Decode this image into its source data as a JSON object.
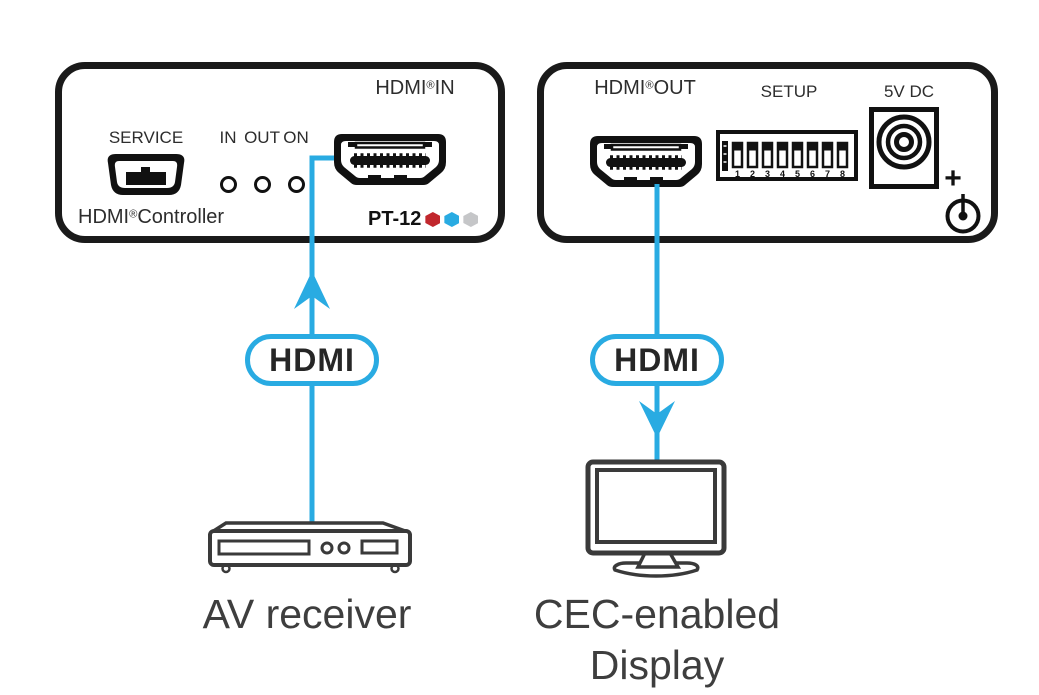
{
  "colors": {
    "accent": "#29abe2",
    "panel_stroke": "#1a1a1a",
    "device_stroke": "#3a3a3a",
    "label_text": "#2d2d2d",
    "caption_text": "#3e3e3e",
    "logo_red": "#c1272d",
    "logo_blue": "#29abe2",
    "logo_gray": "#c5c6c8"
  },
  "left_panel": {
    "port_label": {
      "brand": "HDMI",
      "reg": "®",
      "suffix": "IN"
    },
    "service_label": "SERVICE",
    "led_labels": [
      "IN",
      "OUT",
      "ON"
    ],
    "device_label": {
      "brand": "HDMI",
      "reg": "®",
      "suffix": "Controller"
    },
    "model": "PT-12"
  },
  "right_panel": {
    "port_label": {
      "brand": "HDMI",
      "reg": "®",
      "suffix": "OUT"
    },
    "setup_label": "SETUP",
    "power_label": "5V DC",
    "polarity_plus": "+",
    "dip_numbers": [
      "1",
      "2",
      "3",
      "4",
      "5",
      "6",
      "7",
      "8"
    ]
  },
  "cables": {
    "left_label": "HDMI",
    "right_label": "HDMI"
  },
  "captions": {
    "source": "AV receiver",
    "sink_line1": "CEC-enabled",
    "sink_line2": "Display"
  }
}
